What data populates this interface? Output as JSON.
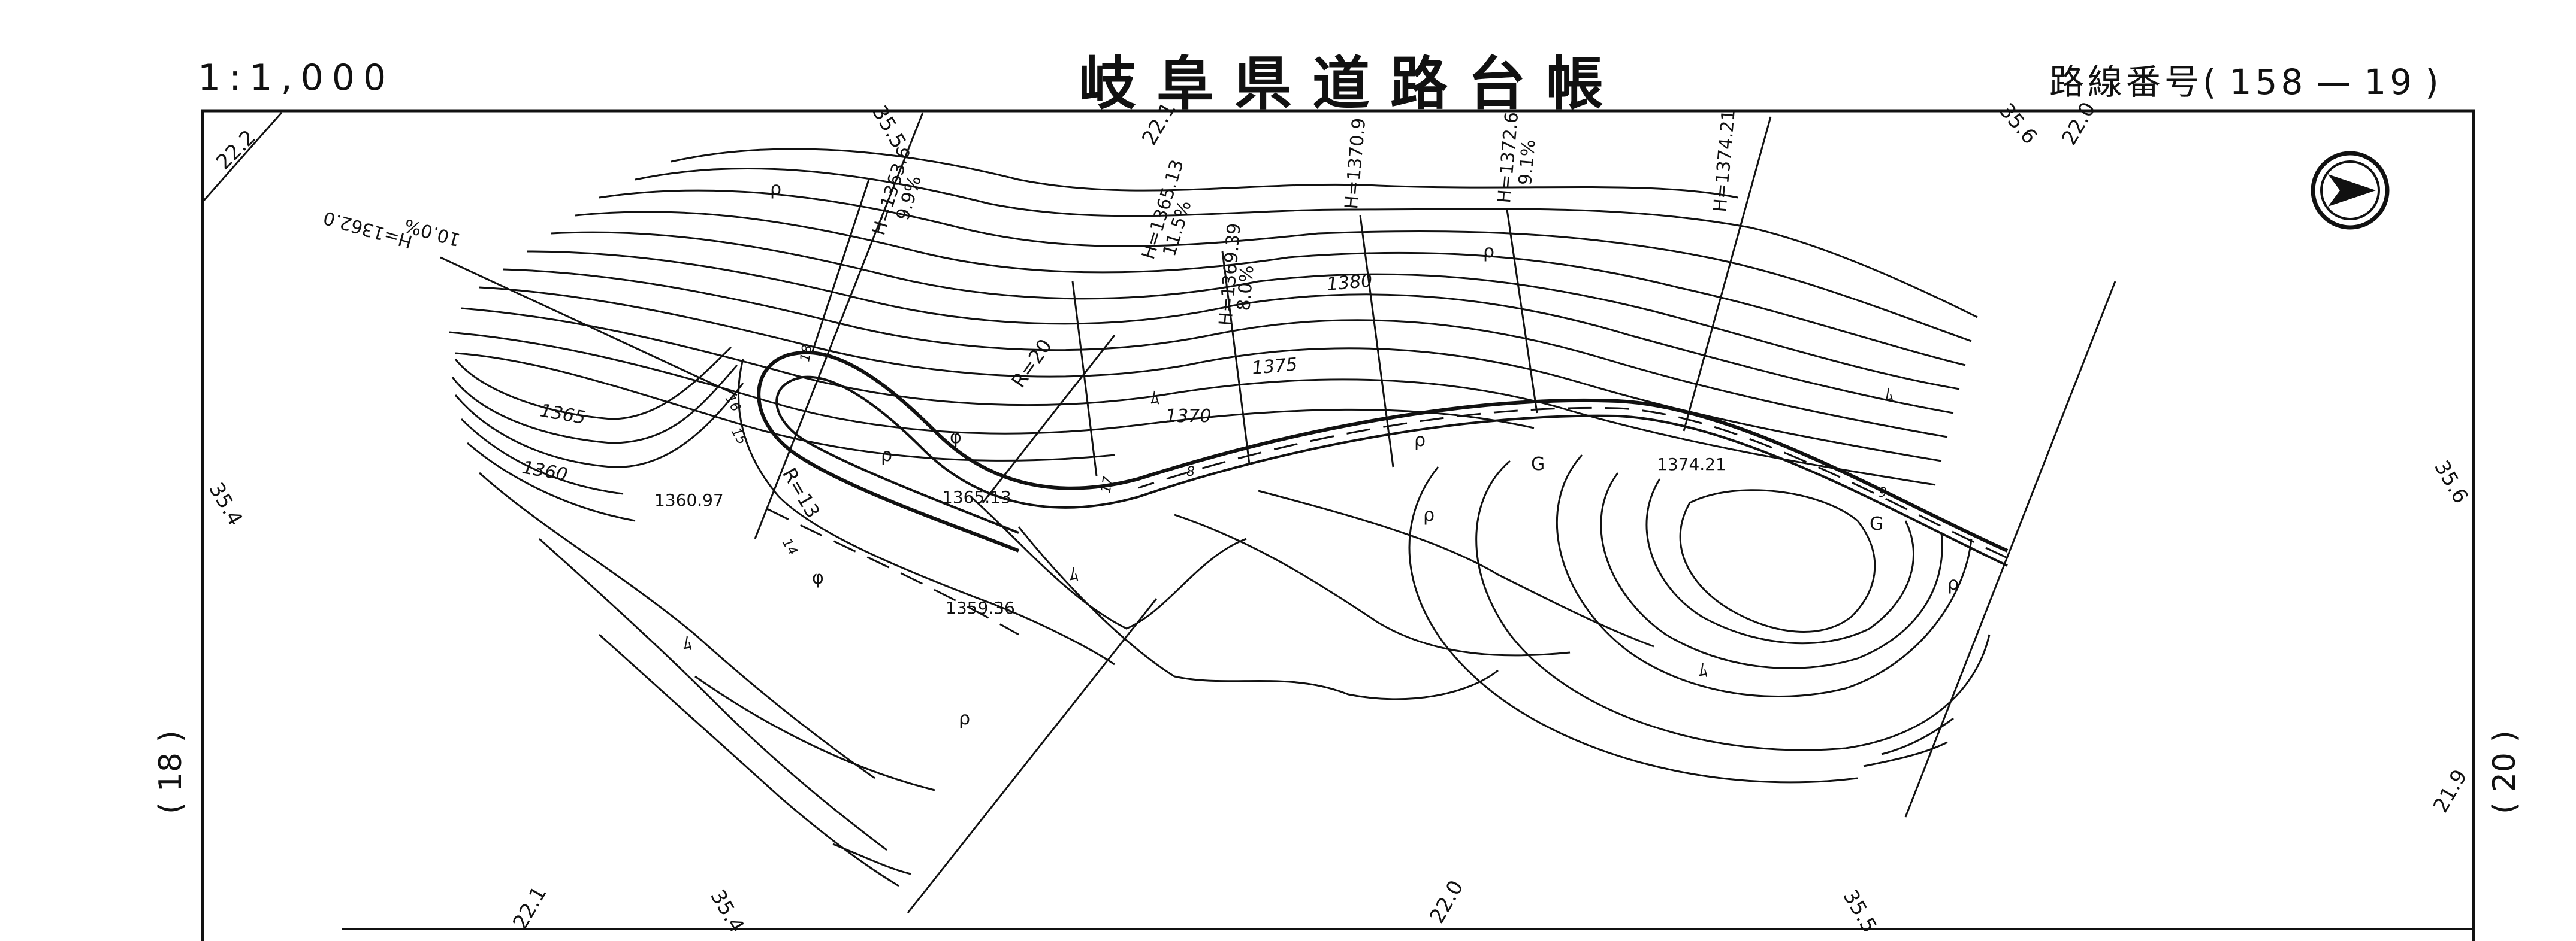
{
  "header": {
    "scale": "1:1,000",
    "title": "岐阜県道路台帳",
    "route_label": "路線番号(",
    "route_main": "158",
    "route_dash": "—",
    "route_sub": "19",
    "route_close": ")"
  },
  "sheet_refs": {
    "left": "18",
    "right": "20"
  },
  "grid_labels": {
    "top": [
      "35.5",
      "22.1",
      "35.6",
      "22.0"
    ],
    "top_left": "22.2",
    "left": "35.4",
    "right": "35.6",
    "right_lower": "21.9",
    "bottom": [
      "22.1",
      "35.4",
      "22.0",
      "35.5"
    ]
  },
  "profile_labels": [
    {
      "h": "H=1362.0",
      "g": "10.0%"
    },
    {
      "h": "H=1363.6",
      "g": "9.9%"
    },
    {
      "h": "H=1365.13",
      "g": "11.5%"
    },
    {
      "h": "H=1369.39",
      "g": "8.0%"
    },
    {
      "h": "H=1370.9",
      "g": ""
    },
    {
      "h": "H=1372.6",
      "g": "9.1%"
    },
    {
      "h": "H=1374.21",
      "g": ""
    }
  ],
  "contour_labels": [
    "1360",
    "1365",
    "1370",
    "1375",
    "1380"
  ],
  "spot_heights": [
    "1360.97",
    "1365.13",
    "1359.36",
    "1374.21"
  ],
  "curve_labels": [
    "R=20",
    "R=13"
  ],
  "station_marks": [
    "18",
    "17",
    "16",
    "15",
    "14",
    "8",
    "9"
  ],
  "symbols": {
    "field": "ρ",
    "wasteland": "ﾑ",
    "gutter": "G",
    "pipe": "φ",
    "north_arrow": "north-arrow-icon"
  }
}
